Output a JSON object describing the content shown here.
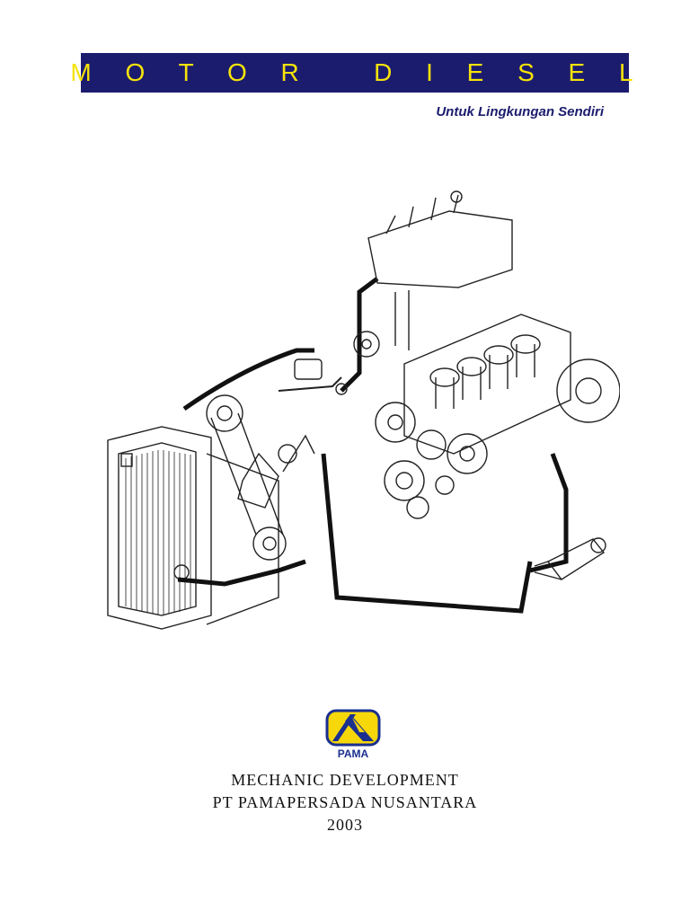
{
  "document": {
    "title": "M O T O R   D I E S E L",
    "subtitle": "Untuk Lingkungan Sendiri"
  },
  "illustration": {
    "subject": "engine-cutaway-with-radiator-and-hoses"
  },
  "logo": {
    "text": "PAMA",
    "colors": {
      "bar": "#1c1c6e",
      "title": "#f5e30a",
      "logo_yellow": "#f5d70a",
      "logo_blue": "#1a2f8f"
    }
  },
  "footer": {
    "line1": "MECHANIC DEVELOPMENT",
    "line2": "PT PAMAPERSADA NUSANTARA",
    "year": "2003"
  }
}
